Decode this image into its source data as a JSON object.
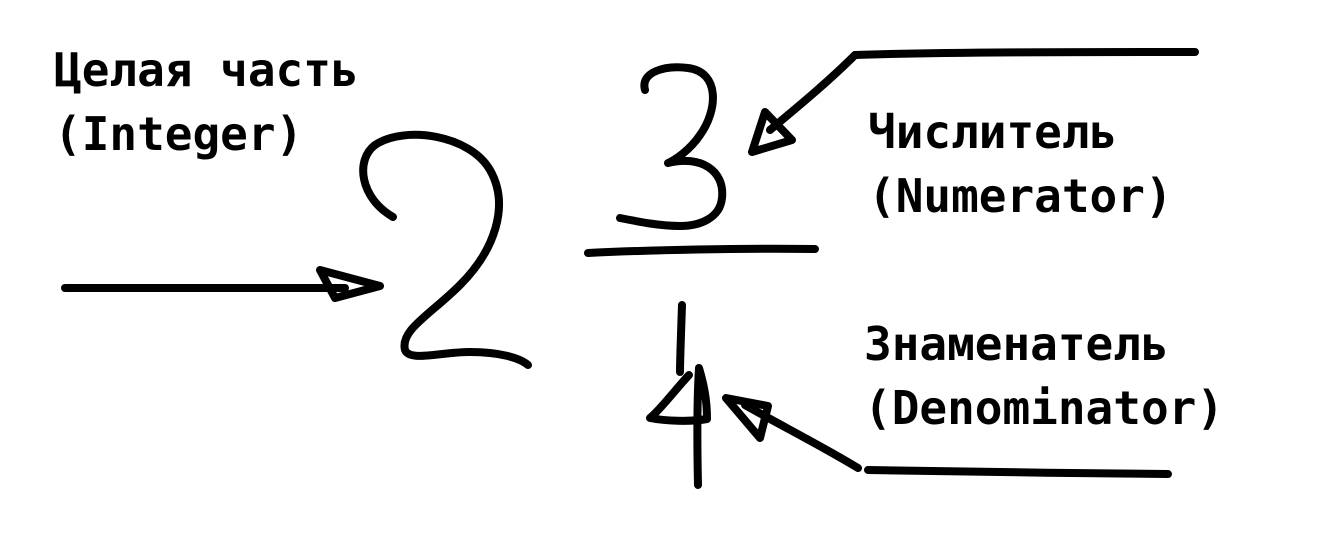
{
  "labels": {
    "integer": {
      "line1": "Целая часть",
      "line2": "(Integer)"
    },
    "numerator": {
      "line1": "Числитель",
      "line2": "(Numerator)"
    },
    "denominator": {
      "line1": "Знаменатель",
      "line2": "(Denominator)"
    }
  },
  "fraction": {
    "whole": "2",
    "numerator": "3",
    "denominator": "4"
  },
  "colors": {
    "ink": "#000000",
    "background": "#ffffff"
  }
}
